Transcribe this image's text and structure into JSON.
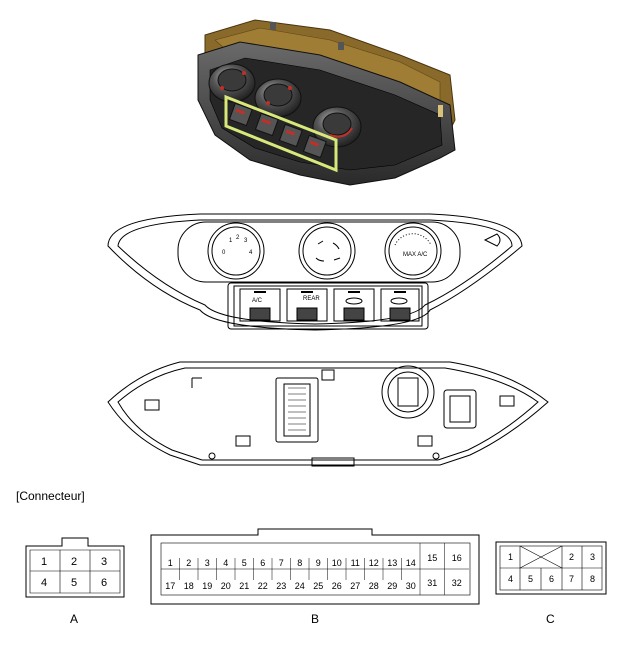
{
  "section_title": "[Connecteur]",
  "connectors": {
    "A": {
      "label": "A",
      "rows": [
        [
          "1",
          "2",
          "3"
        ],
        [
          "4",
          "5",
          "6"
        ]
      ]
    },
    "B": {
      "label": "B",
      "top_row": [
        "1",
        "2",
        "3",
        "4",
        "5",
        "6",
        "7",
        "8",
        "9",
        "10",
        "11",
        "12",
        "13",
        "14",
        "15",
        "16"
      ],
      "bottom_row": [
        "17",
        "18",
        "19",
        "20",
        "21",
        "22",
        "23",
        "24",
        "25",
        "26",
        "27",
        "28",
        "29",
        "30",
        "31",
        "32"
      ]
    },
    "C": {
      "label": "C",
      "top_row": [
        "1",
        "",
        "2",
        "3"
      ],
      "bottom_row": [
        "4",
        "5",
        "6",
        "7",
        "8"
      ]
    }
  },
  "front_panel_markings": {
    "fan_dial": [
      "0",
      "1",
      "2",
      "3",
      "4"
    ],
    "button_1": "A/C",
    "button_2": "REAR",
    "temp_dial": "MAX A/C"
  },
  "colors": {
    "panel_dark": "#3a3a3a",
    "panel_frame": "#8a6a2a",
    "knob_red": "#c0302a",
    "highlight": "#d8e87a"
  }
}
